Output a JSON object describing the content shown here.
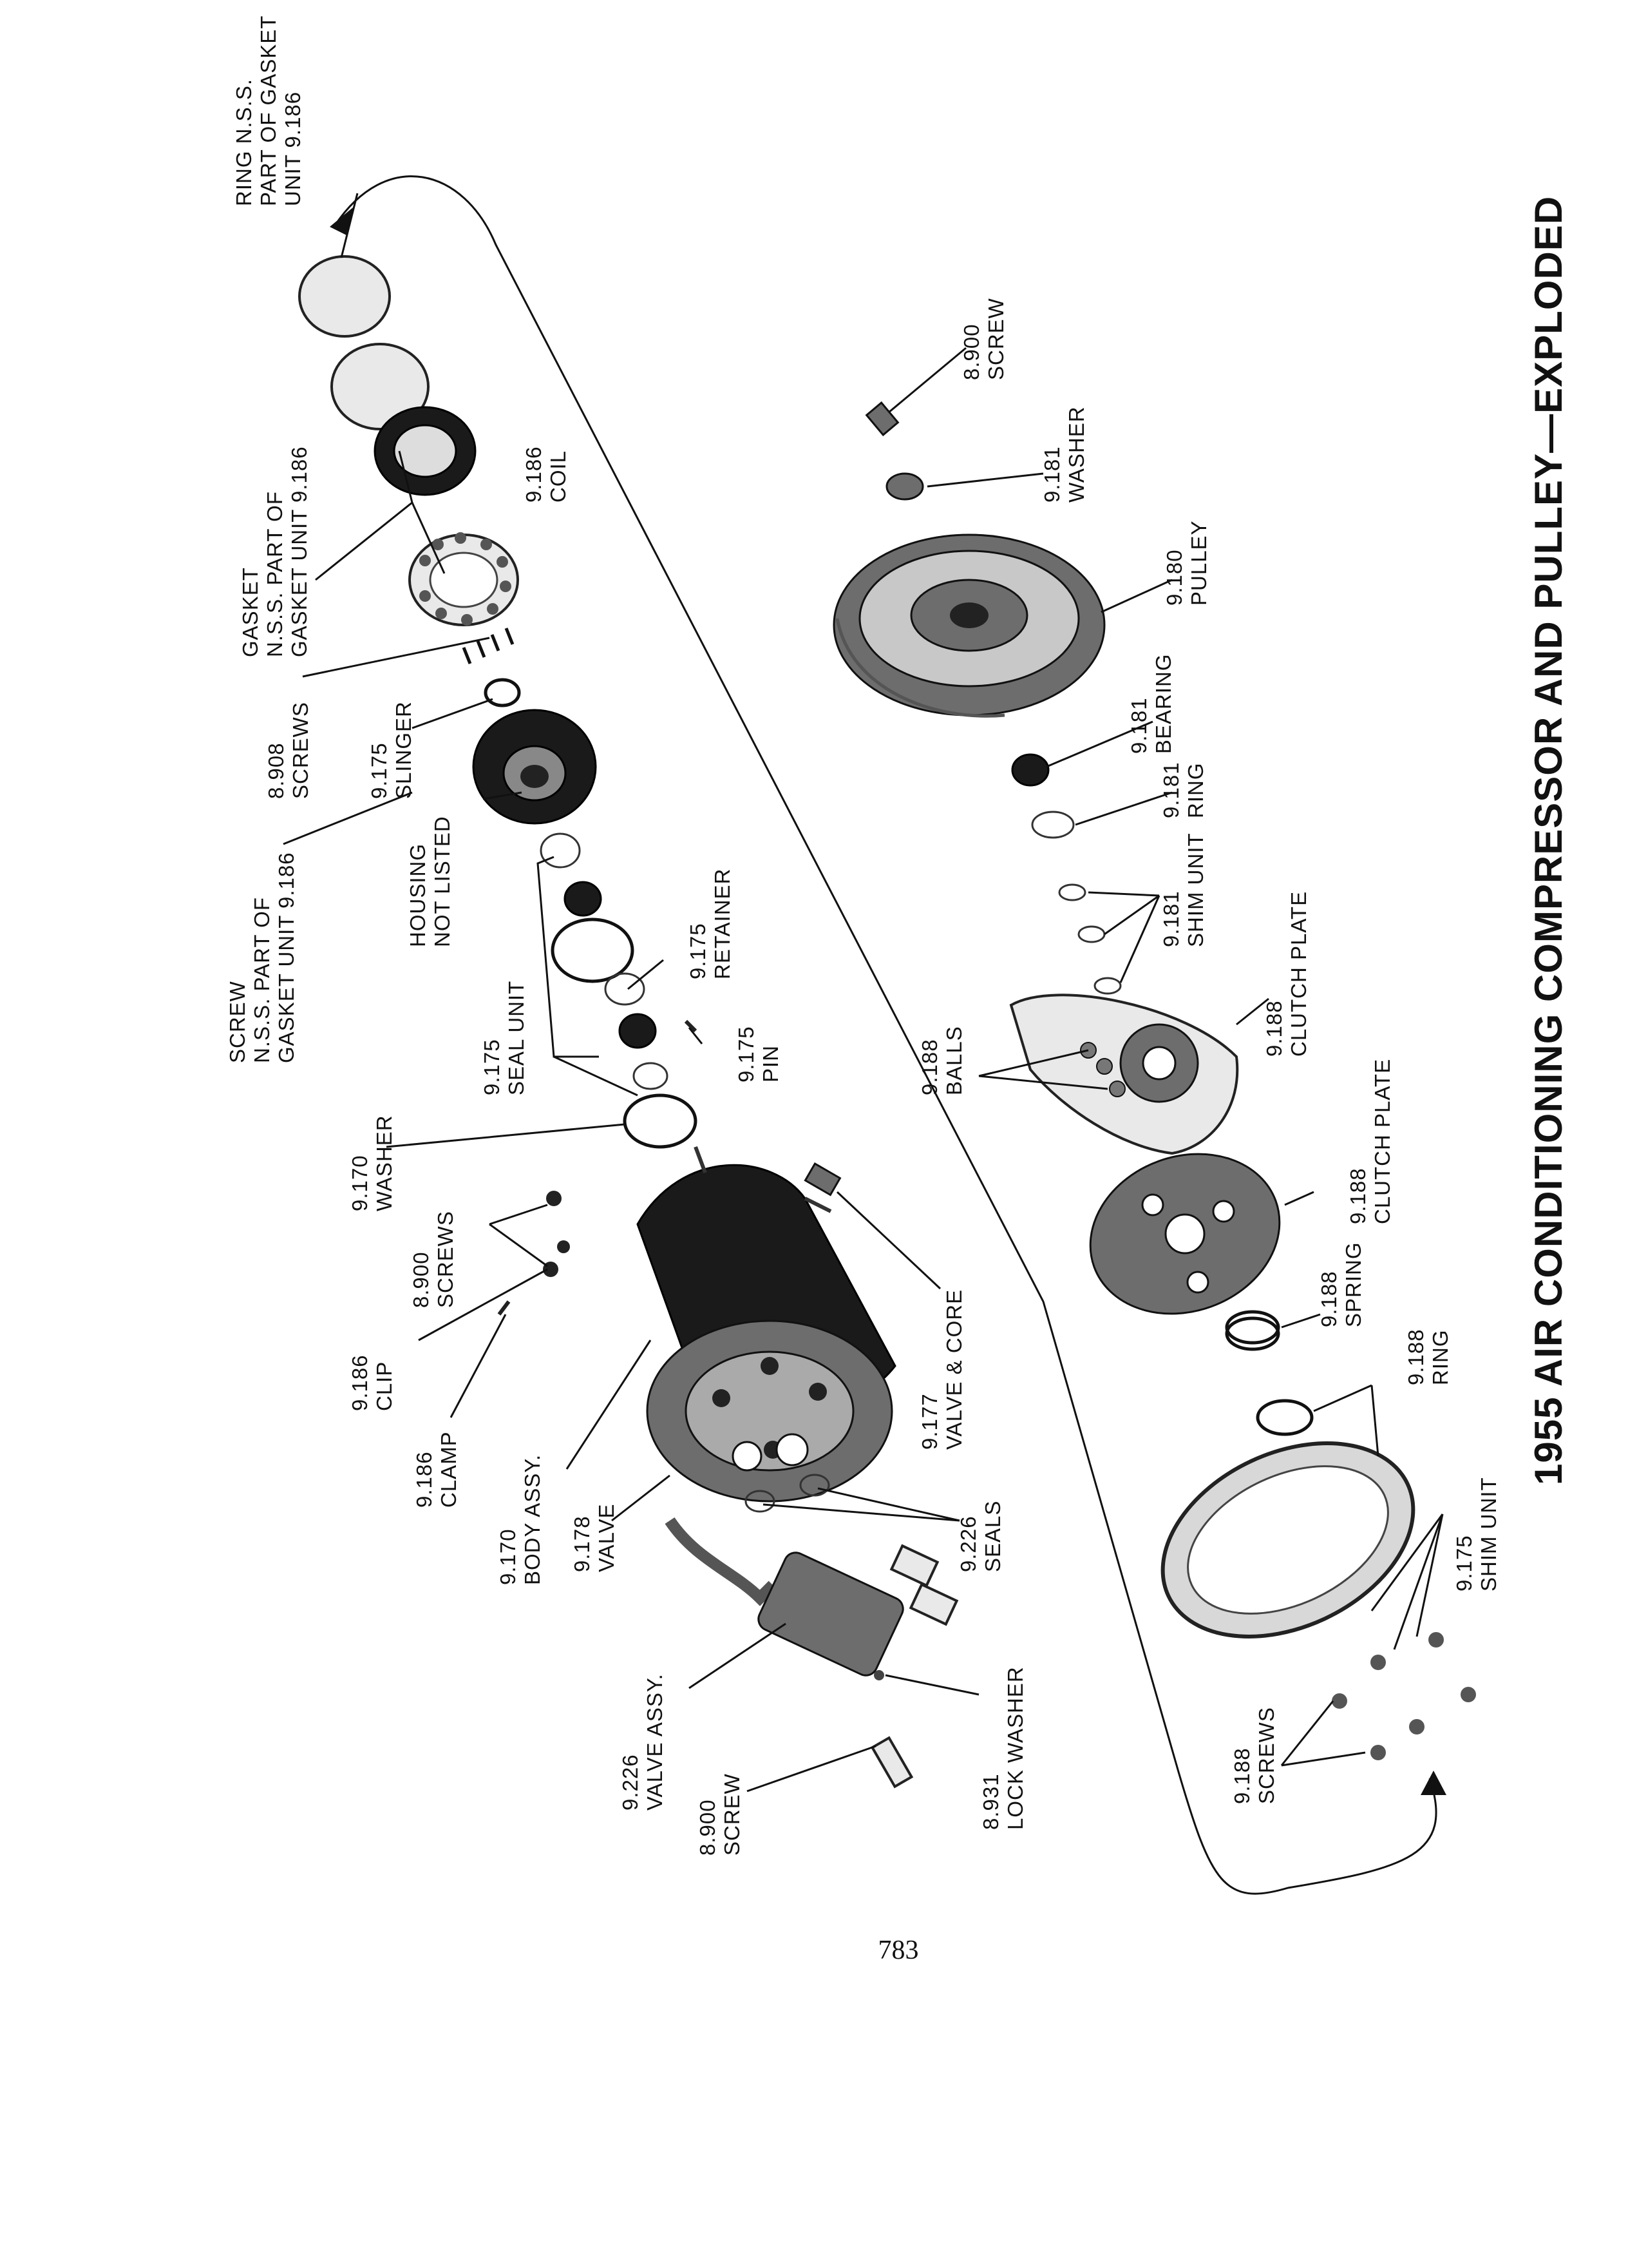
{
  "title": "1955 AIR CONDITIONING COMPRESSOR AND PULLEY—EXPLODED",
  "page_number": "783",
  "labels": {
    "ring_nss": [
      "RING N.S.S.",
      "PART OF GASKET",
      "UNIT 9.186"
    ],
    "gasket": [
      "GASKET",
      "N.S.S. PART OF",
      "GASKET UNIT 9.186"
    ],
    "coil": [
      "9.186",
      "COIL"
    ],
    "screws_8908": [
      "8.908",
      "SCREWS"
    ],
    "slinger": [
      "9.175",
      "SLINGER"
    ],
    "screw_nss": [
      "SCREW",
      "N.S.S. PART OF",
      "GASKET UNIT 9.186"
    ],
    "housing": [
      "HOUSING",
      "NOT LISTED"
    ],
    "retainer": [
      "9.175",
      "RETAINER"
    ],
    "seal_unit": [
      "9.175",
      "SEAL UNIT"
    ],
    "pin": [
      "9.175",
      "PIN"
    ],
    "washer_9170": [
      "9.170",
      "WASHER"
    ],
    "screws_8900_top": [
      "8.900",
      "SCREWS"
    ],
    "clip": [
      "9.186",
      "CLIP"
    ],
    "clamp": [
      "9.186",
      "CLAMP"
    ],
    "body_assy": [
      "9.170",
      "BODY ASSY."
    ],
    "valve_9178": [
      "9.178",
      "VALVE"
    ],
    "valve_core": [
      "9.177",
      "VALVE & CORE"
    ],
    "seals": [
      "9.226",
      "SEALS"
    ],
    "valve_assy": [
      "9.226",
      "VALVE ASSY."
    ],
    "lock_washer": [
      "8.931",
      "LOCK WASHER"
    ],
    "screw_8900_bottom": [
      "8.900",
      "SCREW"
    ],
    "screw_8900_right": [
      "8.900",
      "SCREW"
    ],
    "washer_9181": [
      "9.181",
      "WASHER"
    ],
    "pulley": [
      "9.180",
      "PULLEY"
    ],
    "bearing": [
      "9.181",
      "BEARING"
    ],
    "ring_9181": [
      "9.181",
      "RING"
    ],
    "shim_unit_9181": [
      "9.181",
      "SHIM UNIT"
    ],
    "balls": [
      "9.188",
      "BALLS"
    ],
    "clutch_plate_upper": [
      "9.188",
      "CLUTCH PLATE"
    ],
    "clutch_plate_lower": [
      "9.188",
      "CLUTCH PLATE"
    ],
    "spring": [
      "9.188",
      "SPRING"
    ],
    "ring_9188": [
      "9.188",
      "RING"
    ],
    "shim_unit_9175": [
      "9.175",
      "SHIM UNIT"
    ],
    "screws_9188": [
      "9.188",
      "SCREWS"
    ]
  }
}
